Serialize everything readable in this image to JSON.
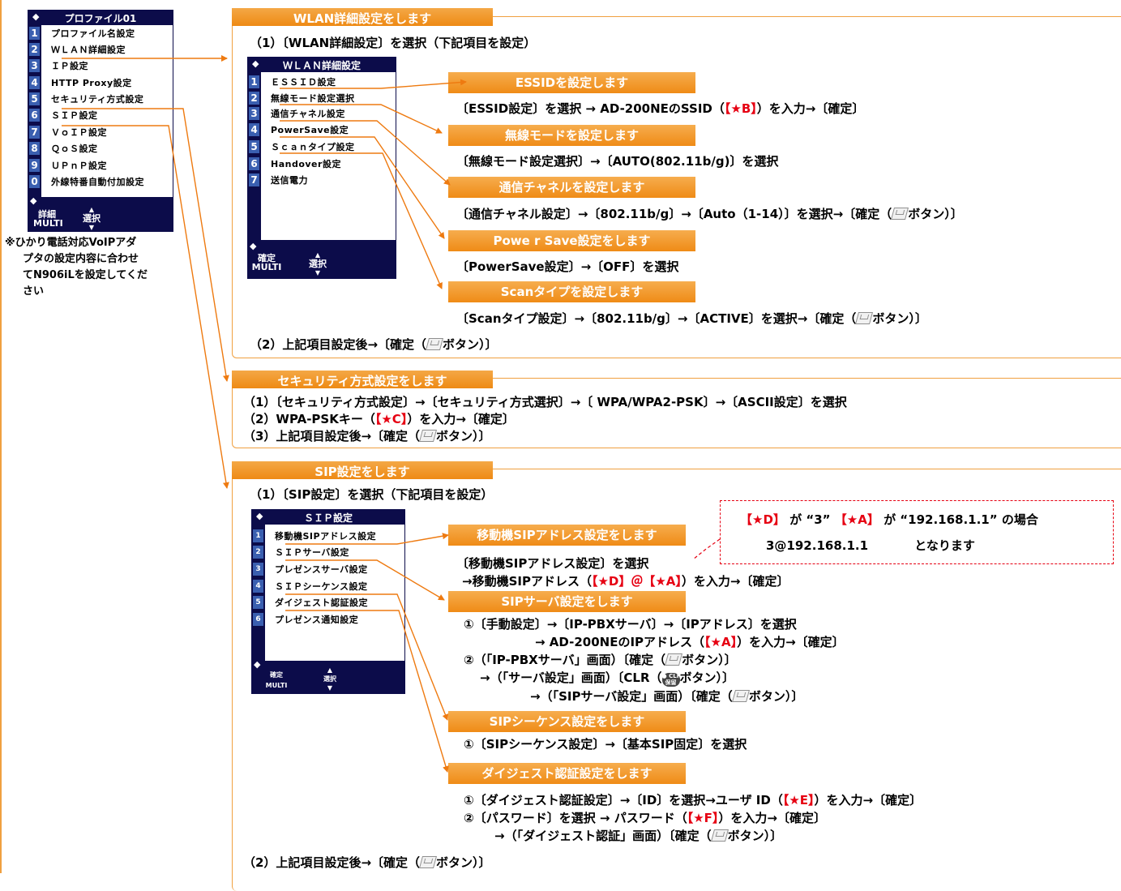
{
  "menu1": {
    "title": "プロファイル01",
    "items": [
      {
        "n": "1",
        "label": "プロファイル名設定"
      },
      {
        "n": "2",
        "label": "ＷＬＡＮ詳細設定"
      },
      {
        "n": "3",
        "label": "ＩＰ設定"
      },
      {
        "n": "4",
        "label": "HTTP Proxy設定"
      },
      {
        "n": "5",
        "label": "セキュリティ方式設定"
      },
      {
        "n": "6",
        "label": "ＳＩＰ設定"
      },
      {
        "n": "7",
        "label": "ＶｏＩＰ設定"
      },
      {
        "n": "8",
        "label": "ＱｏＳ設定"
      },
      {
        "n": "9",
        "label": "ＵＰｎＰ設定"
      },
      {
        "n": "0",
        "label": "外線特番自動付加設定"
      }
    ],
    "soft_left": "詳細",
    "soft_left2": "MULTI",
    "soft_center": "選択"
  },
  "note": [
    "※ひかり電話対応VoIPアダ",
    "プタの設定内容に合わせ",
    "てN906iLを設定してくだ",
    "さい"
  ],
  "wlan": {
    "header": "WLAN詳細設定をします",
    "step1": "（1）〔WLAN詳細設定〕を選択（下記項目を設定）",
    "menu": {
      "title": "ＷＬＡＮ詳細設定",
      "items": [
        {
          "n": "1",
          "label": "ＥＳＳＩＤ設定"
        },
        {
          "n": "2",
          "label": "無線モード設定選択"
        },
        {
          "n": "3",
          "label": "通信チャネル設定"
        },
        {
          "n": "4",
          "label": "PowerSave設定"
        },
        {
          "n": "5",
          "label": "Ｓｃａｎタイプ設定"
        },
        {
          "n": "6",
          "label": "Handover設定"
        },
        {
          "n": "7",
          "label": "送信電力"
        }
      ],
      "soft_left": "確定",
      "soft_left2": "MULTI",
      "soft_center": "選択"
    },
    "essid_btn": "ESSIDを設定します",
    "essid_pre": "〔ESSID設定〕を選択 → AD-200NEのSSID（",
    "essid_key": "【★B】",
    "essid_post": "）を入力→〔確定〕",
    "mode_btn": "無線モードを設定します",
    "mode_text": "〔無線モード設定選択〕→〔AUTO(802.11b/g)〕を選択",
    "ch_btn": "通信チャネルを設定します",
    "ch_pre": "〔通信チャネル設定〕→〔802.11b/g〕→〔Auto（1-14）〕を選択→〔確定（",
    "ch_post": "ボタン）〕",
    "ps_btn": "Powe r Save設定をします",
    "ps_text": "〔PowerSave設定〕→〔OFF〕を選択",
    "scan_btn": "Scanタイプを設定します",
    "scan_pre": "〔Scanタイプ設定〕→〔802.11b/g〕→〔ACTIVE〕を選択→〔確定（",
    "scan_post": "ボタン）〕",
    "step2_pre": "（2）上記項目設定後→〔確定（",
    "step2_post": "ボタン）〕"
  },
  "sec": {
    "header": "セキュリティ方式設定をします",
    "l1": "（1）〔セキュリティ方式設定〕→〔セキュリティ方式選択〕→〔 WPA/WPA2-PSK〕→〔ASCII設定〕を選択",
    "l2_pre": "（2）WPA-PSKキー（",
    "l2_key": "【★C】",
    "l2_post": "）を入力→〔確定〕",
    "l3_pre": "（3）上記項目設定後→〔確定（",
    "l3_post": "ボタン）〕"
  },
  "sip": {
    "header": "SIP設定をします",
    "step1": "（1）〔SIP設定〕を選択（下記項目を設定）",
    "menu": {
      "title": "ＳＩＰ設定",
      "items": [
        {
          "n": "1",
          "label": "移動機SIPアドレス設定"
        },
        {
          "n": "2",
          "label": "ＳＩＰサーバ設定"
        },
        {
          "n": "3",
          "label": "プレゼンスサーバ設定"
        },
        {
          "n": "4",
          "label": "ＳＩＰシーケンス設定"
        },
        {
          "n": "5",
          "label": "ダイジェスト認証設定"
        },
        {
          "n": "6",
          "label": "プレゼンス通知設定"
        }
      ],
      "soft_left": "確定",
      "soft_left2": "MULTI",
      "soft_center": "選択"
    },
    "callout_l1_a": "【★D】",
    "callout_l1_b": "が “3”",
    "callout_l1_c": "【★A】",
    "callout_l1_d": "が “192.168.1.1” の場合",
    "callout_l2_a": "3@192.168.1.1",
    "callout_l2_b": "となります",
    "addr_btn": "移動機SIPアドレス設定をします",
    "addr_l1": "〔移動機SIPアドレス設定〕を選択",
    "addr_l2_pre": "→移動機SIPアドレス（",
    "addr_l2_key": "【★D】＠【★A】",
    "addr_l2_post": "）を入力→〔確定〕",
    "srv_btn": "SIPサーバ設定をします",
    "srv_l1": "①〔手動設定〕→〔IP-PBXサーバ〕→〔IPアドレス〕を選択",
    "srv_l2_pre": "→ AD-200NEのIPアドレス（",
    "srv_l2_key": "【★A】",
    "srv_l2_post": "）を入力→〔確定〕",
    "srv_l3_pre": "②（「IP-PBXサーバ」画面）〔確定（",
    "srv_l3_post": "ボタン）〕",
    "srv_l4_pre": "→（「サーバ設定」画面）〔CLR（",
    "srv_l4_post": "ボタン）〕",
    "clr_top": "● CLR",
    "clr_bot": "保留",
    "srv_l5_pre": "→（「SIPサーバ設定」画面）〔確定（",
    "srv_l5_post": "ボタン）〕",
    "seq_btn": "SIPシーケンス設定をします",
    "seq_l1": "①〔SIPシーケンス設定〕→〔基本SIP固定〕を選択",
    "dig_btn": "ダイジェスト認証設定をします",
    "dig_l1_pre": "①〔ダイジェスト認証設定〕→〔ID〕を選択→ユーザ ID（",
    "dig_l1_key": "【★E】",
    "dig_l1_post": "）を入力→〔確定〕",
    "dig_l2_pre": "②〔パスワード〕を選択 → パスワード（",
    "dig_l2_key": "【★F】",
    "dig_l2_post": "）を入力→〔確定〕",
    "dig_l3_pre": "→（「ダイジェスト認証」画面）〔確定（",
    "dig_l3_post": "ボタン）〕",
    "step2_pre": "（2）上記項目設定後→〔確定（",
    "step2_post": "ボタン）〕"
  }
}
